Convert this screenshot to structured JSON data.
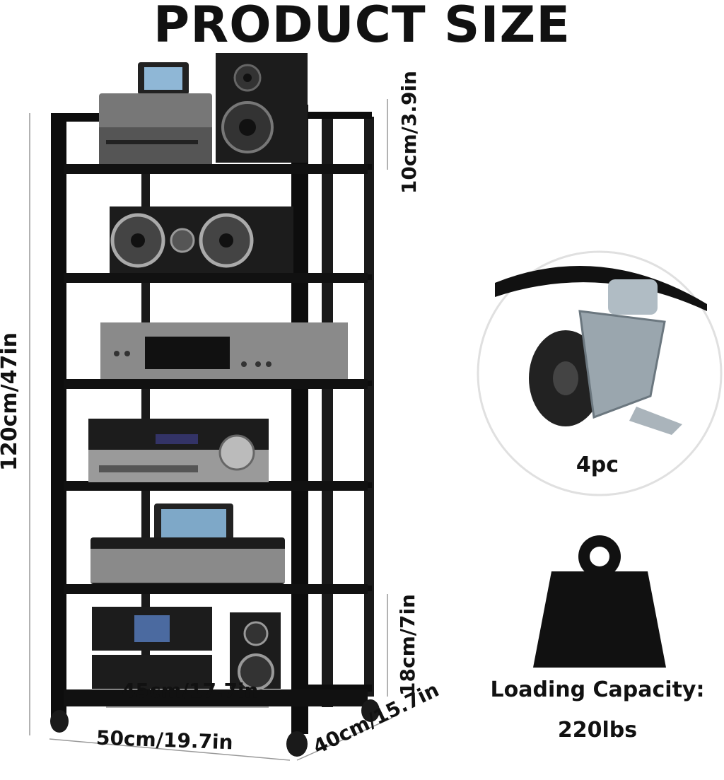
{
  "title": "PRODUCT SIZE",
  "dimensions": {
    "height": "120cm/47in",
    "top_gap": "10cm/3.9in",
    "bottom_gap": "18cm/7in",
    "inner_width": "45cm/17.7in",
    "width": "50cm/19.7in",
    "depth": "40cm/15.7in"
  },
  "caster": {
    "label": "4pc"
  },
  "capacity": {
    "label": "Loading Capacity:",
    "value": "220lbs"
  },
  "icons": [
    "shelf-rack-illustration",
    "caster-wheel-icon",
    "weight-icon"
  ],
  "colors": {
    "frame": "#111111",
    "device": "#8a8a8a",
    "text": "#111111"
  }
}
